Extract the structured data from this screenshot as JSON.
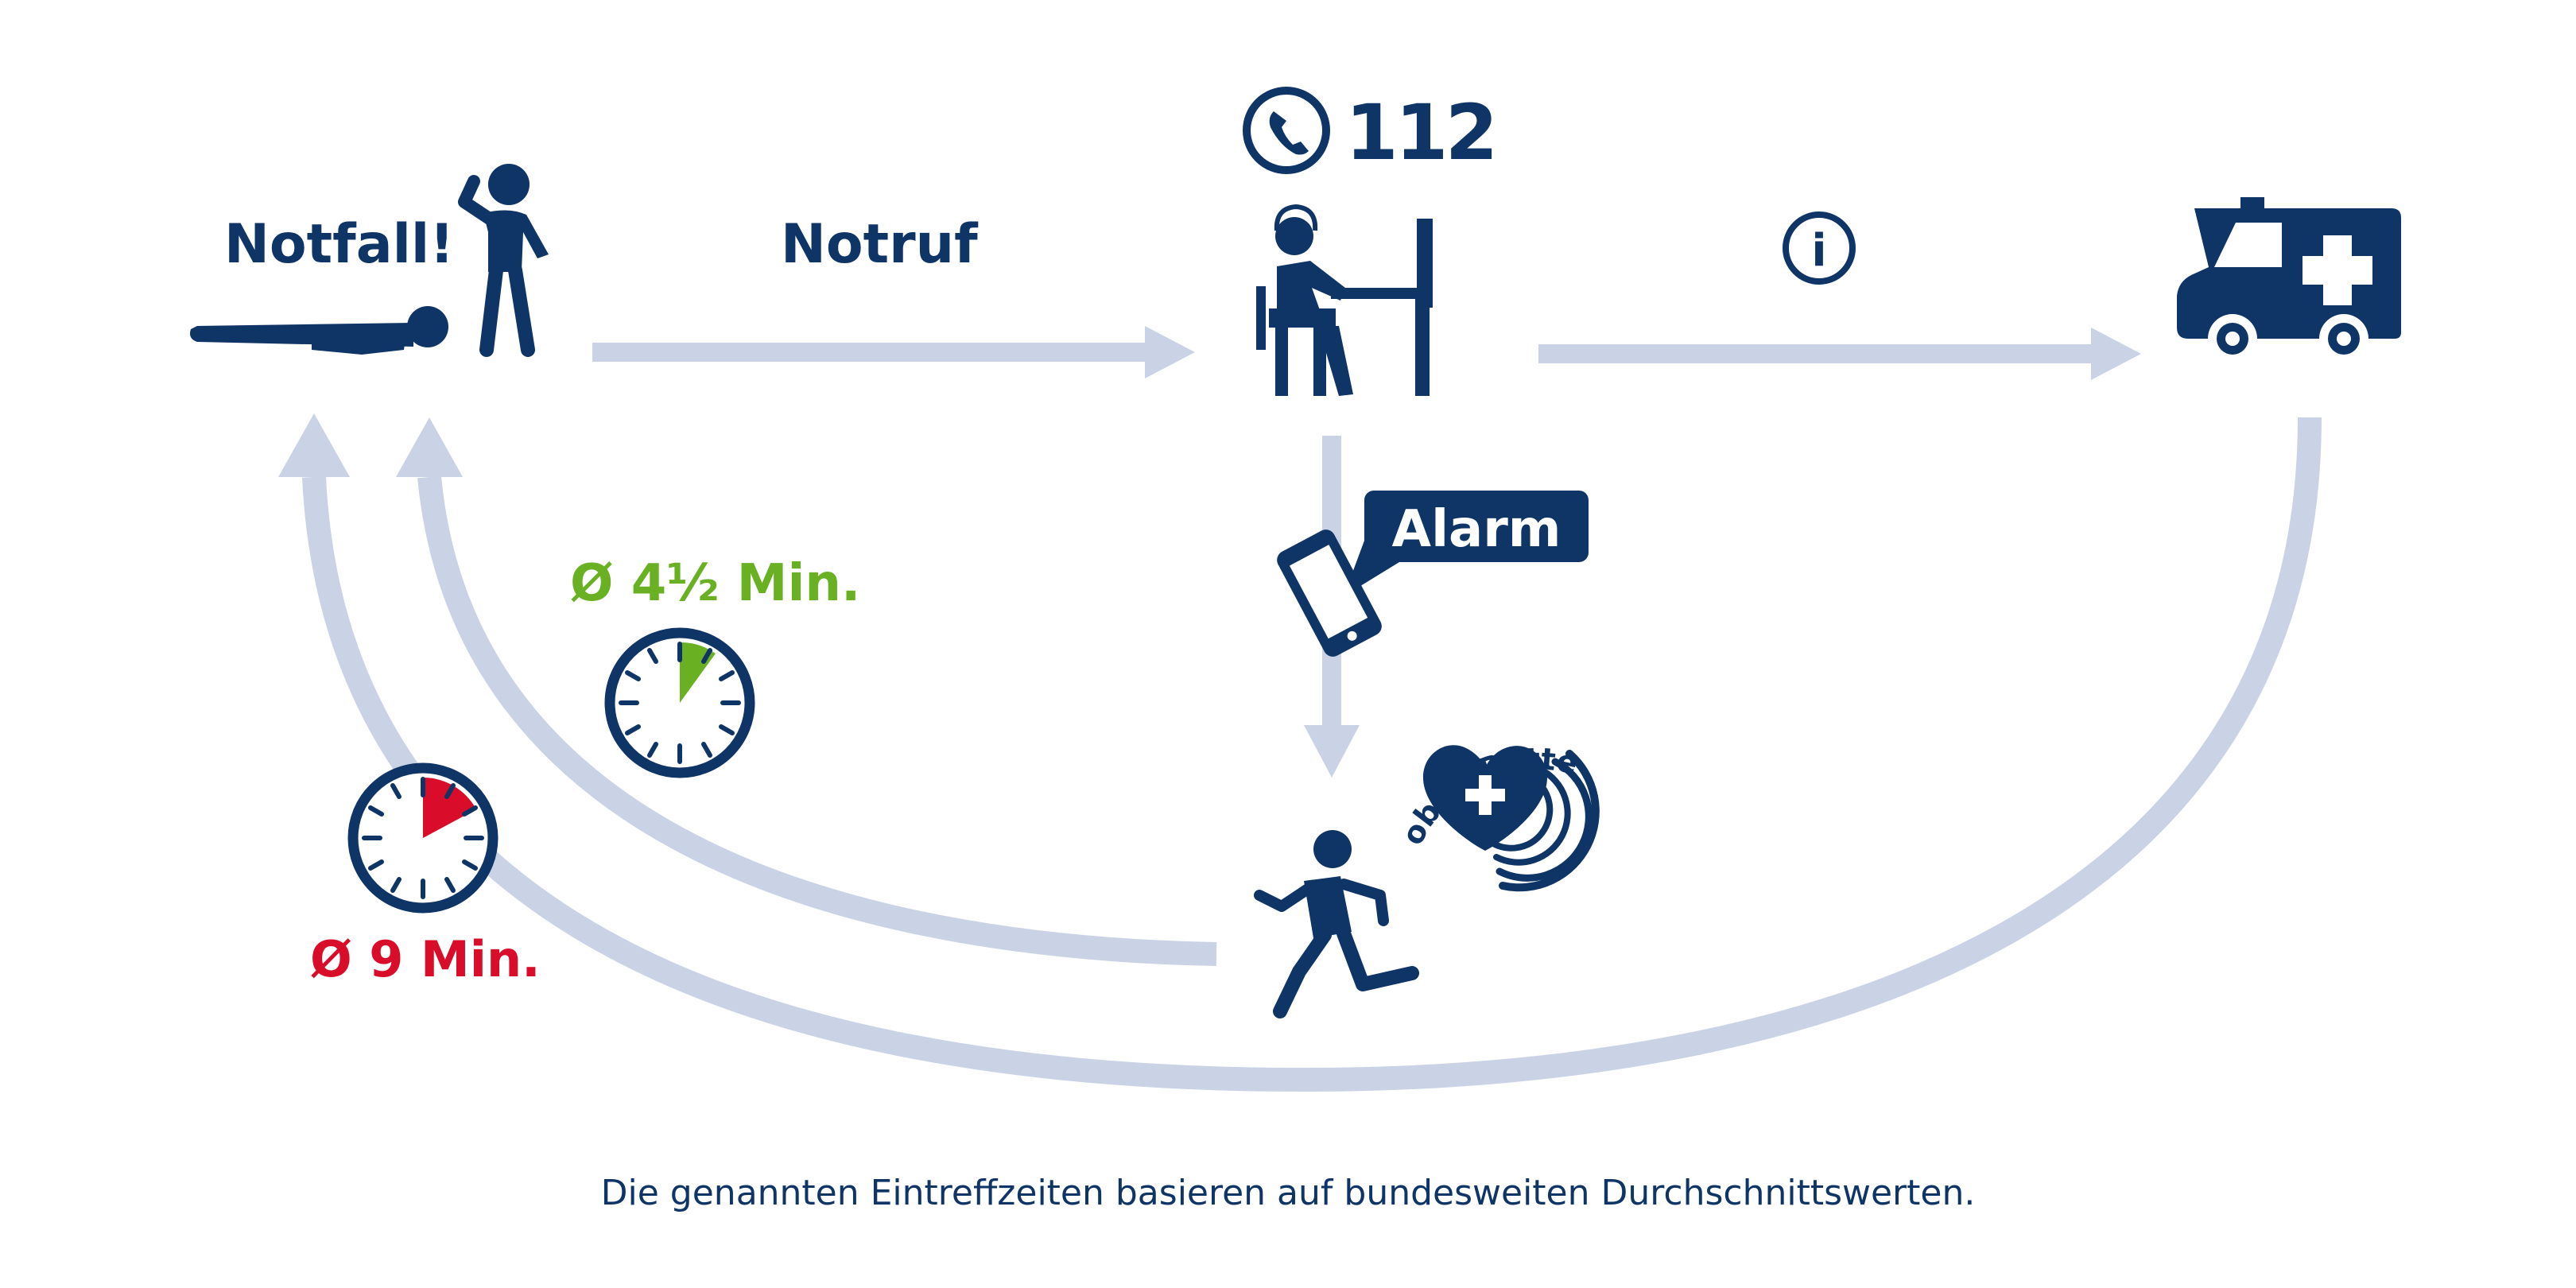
{
  "labels": {
    "emergency": "Notfall!",
    "call": "Notruf",
    "number": "112",
    "alarm": "Alarm",
    "fast_time": "Ø 4½ Min.",
    "slow_time": "Ø 9 Min.",
    "badge": "Mobile Retter",
    "footnote": "Die genannten Eintreffzeiten basieren auf bundesweiten Durchschnittswerten."
  },
  "icons": {
    "info": "i",
    "phone": "phone-icon",
    "clock_fast": "clock-icon",
    "clock_slow": "clock-icon"
  },
  "colors": {
    "navy": "#0f3466",
    "arrow": "#c9d3e5",
    "green": "#6ab023",
    "red": "#d90d2a"
  }
}
